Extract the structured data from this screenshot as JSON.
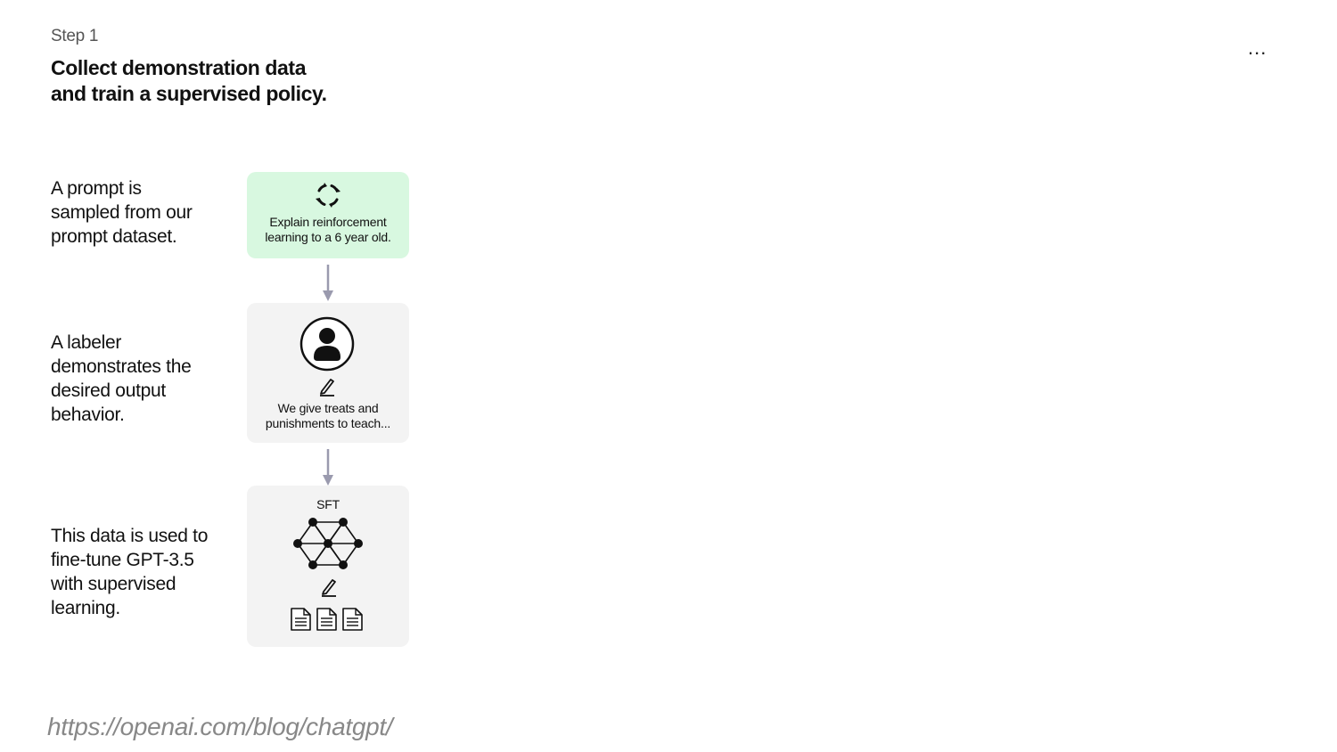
{
  "header": {
    "step_label": "Step 1",
    "title_line1": "Collect demonstration data",
    "title_line2": "and train a supervised policy.",
    "more_label": "..."
  },
  "steps": [
    {
      "description": "A prompt is\nsampled from our\nprompt dataset.",
      "box_text": "Explain reinforcement\nlearning to a 6 year old.",
      "box_color": "#d8f8e0",
      "icon": "cycle-icon"
    },
    {
      "description": "A labeler\ndemonstrates the\ndesired output\nbehavior.",
      "box_text": "We give treats and\npunishments to teach...",
      "box_color": "#f3f3f3",
      "icon": "person-icon"
    },
    {
      "description": "This data is used to\nfine-tune GPT-3.5\nwith supervised\nlearning.",
      "box_title": "SFT",
      "box_color": "#f3f3f3",
      "icon": "neural-network-icon"
    }
  ],
  "footer": {
    "source_url": "https://openai.com/blog/chatgpt/"
  }
}
